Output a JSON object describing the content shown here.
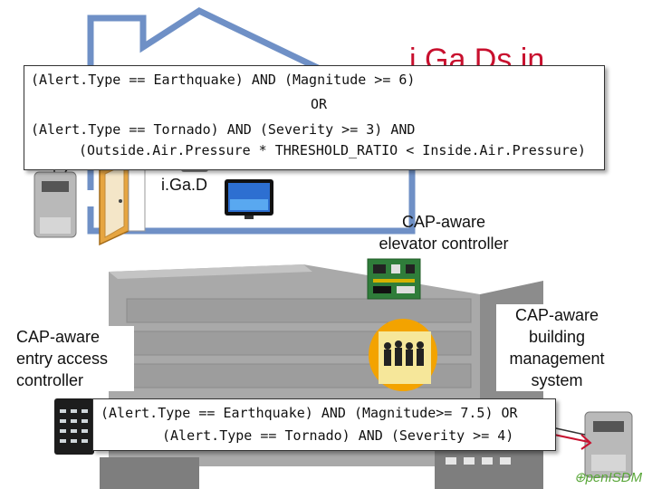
{
  "top_condition": {
    "line1": "(Alert.Type == Earthquake) AND (Magnitude >= 6)",
    "line2": "OR",
    "line3": "(Alert.Type == Tornado) AND (Severity >= 3) AND",
    "line4": "(Outside.Air.Pressure * THRESHOLD_RATIO < Inside.Air.Pressure)"
  },
  "bottom_condition": {
    "line1": "(Alert.Type == Earthquake) AND (Magnitude>= 7.5) OR",
    "line2": "(Alert.Type == Tornado) AND (Severity >= 4)"
  },
  "labels": {
    "igad": "i.Ga.D",
    "elevator_line1": "CAP-aware",
    "elevator_line2": "elevator controller",
    "entry_line1": "CAP-aware",
    "entry_line2": "entry access",
    "entry_line3": "controller",
    "bms_line1": "CAP-aware",
    "bms_line2": "building",
    "bms_line3": "management",
    "bms_line4": "system",
    "heading_fragment": "i.Ga.Ds in",
    "logo": "⊕penISDM"
  },
  "colors": {
    "house_outline": "#6f90c6",
    "heading_red": "#c8102e",
    "building_gray": "#9a9a9a",
    "logo_green": "#5aa73a"
  }
}
